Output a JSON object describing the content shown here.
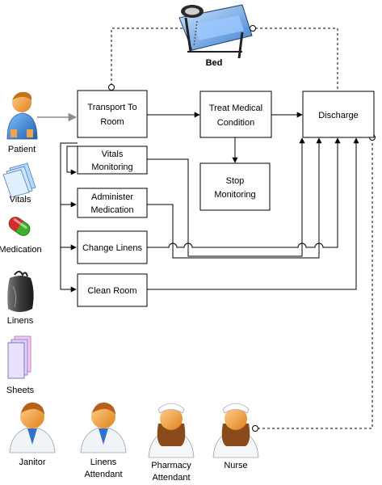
{
  "processes": {
    "transport": [
      "Transport To",
      "Room"
    ],
    "treat": [
      "Treat Medical",
      "Condition"
    ],
    "discharge": [
      "Discharge"
    ],
    "vitals_monitoring": [
      "Vitals",
      "Monitoring"
    ],
    "stop_monitoring": [
      "Stop",
      "Monitoring"
    ],
    "administer": [
      "Administer",
      "Medication"
    ],
    "change_linens": [
      "Change Linens"
    ],
    "clean_room": [
      "Clean Room"
    ]
  },
  "resources": {
    "bed": "Bed",
    "patient": "Patient",
    "vitals": "Vitals",
    "medication": "Medication",
    "linens": "Linens",
    "sheets": "Sheets"
  },
  "staff": {
    "janitor": [
      "Janitor"
    ],
    "linens_attendant": [
      "Linens",
      "Attendant"
    ],
    "pharmacy_attendant": [
      "Pharmacy",
      "Attendant"
    ],
    "nurse": [
      "Nurse"
    ]
  },
  "colors": {
    "skin": "#f3a03a",
    "patient_shirt": "#3a86d8",
    "nurse_hair": "#8a4b1c",
    "pill_green": "#3fae2a",
    "pill_red": "#d42a2a",
    "bag_dark": "#3a3a3a",
    "bed_blue": "#4a86cf",
    "connector_grey": "#8c8c8c"
  },
  "icons": [
    "bed-icon",
    "patient-icon",
    "vitals-icon",
    "medication-icon",
    "linens-icon",
    "sheets-icon",
    "janitor-icon",
    "linens-attendant-icon",
    "pharmacy-attendant-icon",
    "nurse-icon"
  ]
}
